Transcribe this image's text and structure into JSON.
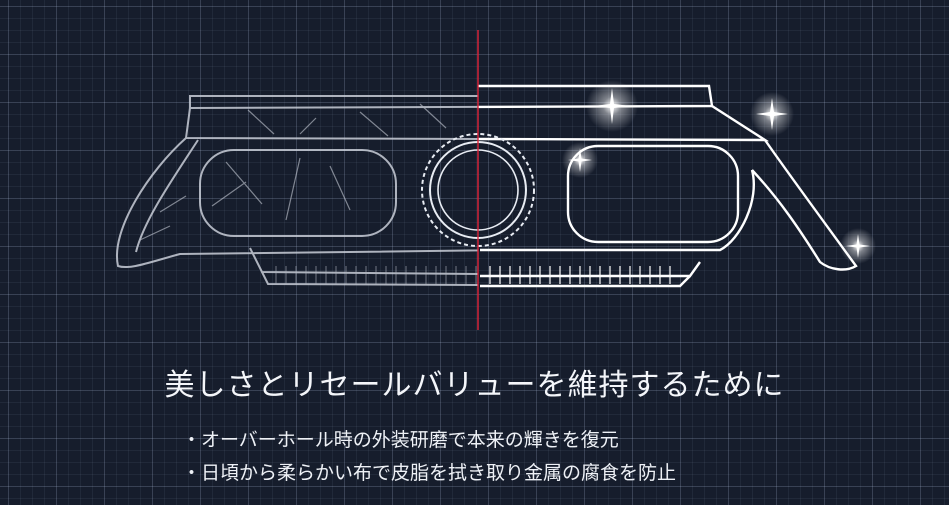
{
  "headline": "美しさとリセールバリューを維持するために",
  "bullets": [
    "・オーバーホール時の外装研磨で本来の輝きを復元",
    "・日頃から柔らかい布で皮脂を拭き取り金属の腐食を防止"
  ],
  "colors": {
    "background": "#161d2c",
    "grid_line": "#b4c3e1",
    "divider_line": "#e0243a",
    "worn_outline": "#c9ced8",
    "polished_outline": "#ffffff",
    "text": "#f4f6fa"
  }
}
